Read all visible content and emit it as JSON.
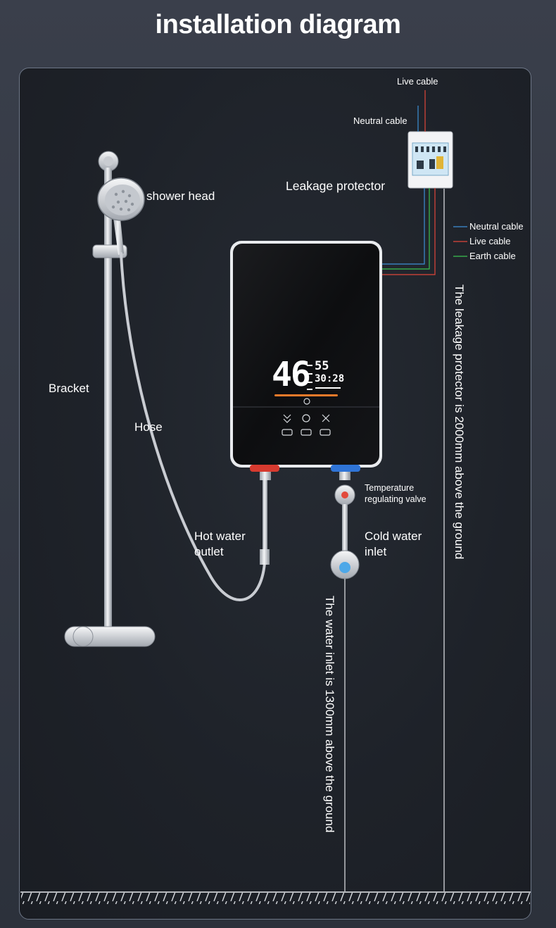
{
  "title": "installation diagram",
  "labels": {
    "live_cable_top": "Live cable",
    "neutral_cable_top": "Neutral cable",
    "leakage_protector": "Leakage protector",
    "shower_head": "shower head",
    "bracket": "Bracket",
    "hose": "Hose",
    "hot_water_outlet_1": "Hot water",
    "hot_water_outlet_2": "outlet",
    "cold_water_inlet_1": "Cold water",
    "cold_water_inlet_2": "inlet",
    "temp_valve_1": "Temperature",
    "temp_valve_2": "regulating valve",
    "legend_neutral": "Neutral cable",
    "legend_live": "Live cable",
    "legend_earth": "Earth cable",
    "height_protector": "The leakage protector is 2000mm above the ground",
    "height_inlet": "The water inlet is 1300mm above the ground"
  },
  "display": {
    "big_temp": "46",
    "set_temp": "55",
    "time": "30:28"
  },
  "colors": {
    "neutral": "#3d8fd6",
    "live": "#e0463a",
    "earth": "#3bc24f"
  }
}
